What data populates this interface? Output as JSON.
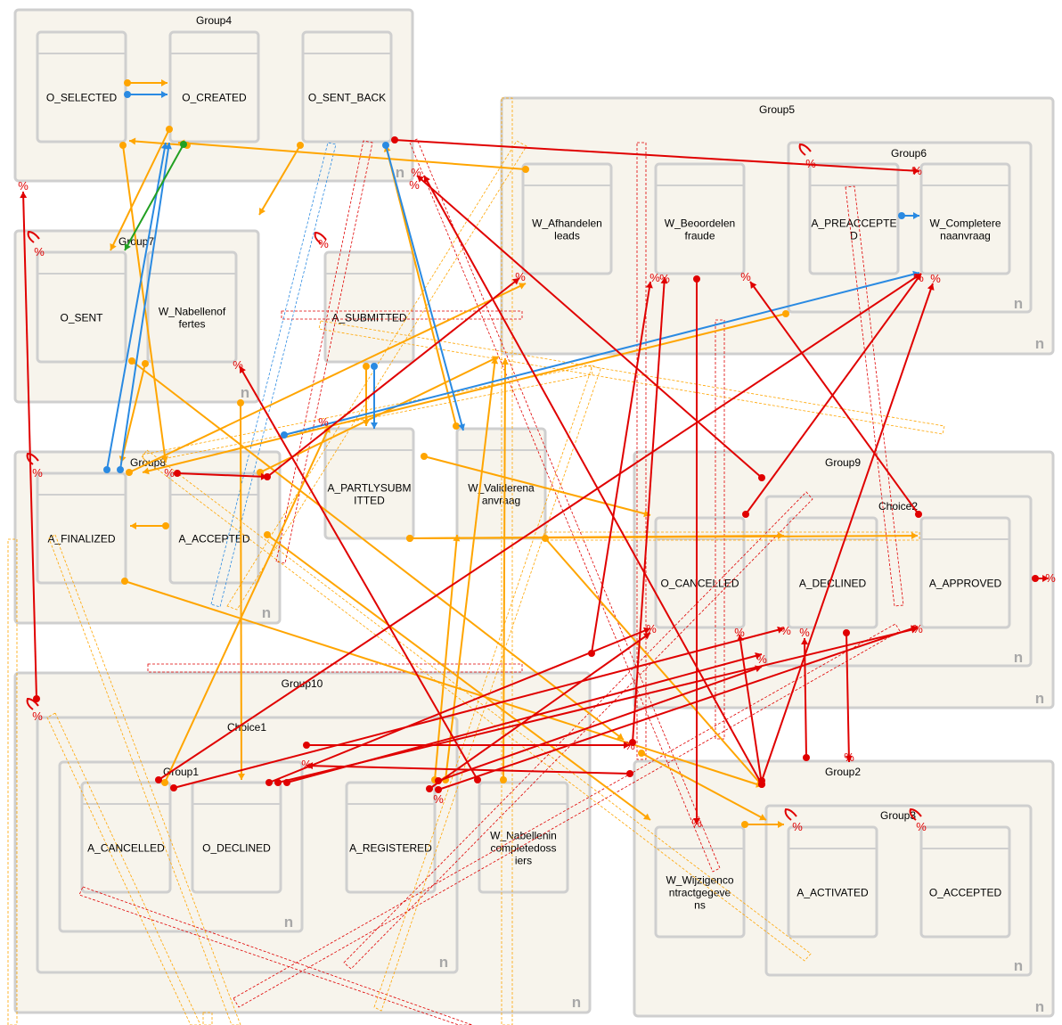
{
  "groups": {
    "group4": "Group4",
    "group5": "Group5",
    "group6": "Group6",
    "group7": "Group7",
    "group8": "Group8",
    "group9": "Group9",
    "group10": "Group10",
    "group1": "Group1",
    "group2": "Group2",
    "group3": "Group3",
    "choice1": "Choice1",
    "choice2": "Choice2"
  },
  "activities": {
    "o_selected": [
      "O_SELECTED"
    ],
    "o_created": [
      "O_CREATED"
    ],
    "o_sent_back": [
      "O_SENT_BACK"
    ],
    "o_sent": [
      "O_SENT"
    ],
    "w_nabellenoffertes": [
      "W_Nabellenof",
      "fertes"
    ],
    "a_submitted": [
      "A_SUBMITTED"
    ],
    "w_afhandelenleads": [
      "W_Afhandelen",
      "leads"
    ],
    "w_beoordelenfraude": [
      "W_Beoordelen",
      "fraude"
    ],
    "a_preaccepted": [
      "A_PREACCEPTE",
      "D"
    ],
    "w_completereaanvraag": [
      "W_Completere",
      "naanvraag"
    ],
    "a_finalized": [
      "A_FINALIZED"
    ],
    "a_accepted": [
      "A_ACCEPTED"
    ],
    "a_partlysubmitted": [
      "A_PARTLYSUBM",
      "ITTED"
    ],
    "w_validerenaanvraag": [
      "W_Validerena",
      "anvraag"
    ],
    "o_cancelled": [
      "O_CANCELLED"
    ],
    "a_declined": [
      "A_DECLINED"
    ],
    "a_approved": [
      "A_APPROVED"
    ],
    "a_cancelled": [
      "A_CANCELLED"
    ],
    "o_declined": [
      "O_DECLINED"
    ],
    "a_registered": [
      "A_REGISTERED"
    ],
    "w_nabellenincompletedossiers": [
      "W_Nabellenin",
      "completedoss",
      "iers"
    ],
    "w_wijzigencontractgegevens": [
      "W_Wijzigenco",
      "ntractgegeve",
      "ns"
    ],
    "a_activated": [
      "A_ACTIVATED"
    ],
    "o_accepted": [
      "O_ACCEPTED"
    ]
  },
  "markers": {
    "n": "n",
    "percent": "%"
  },
  "colors": {
    "container_fill": "#f7f4ec",
    "container_border": "#cfcfcf",
    "orange": "#ffa500",
    "red": "#e00000",
    "blue": "#2a8ae2",
    "green": "#22a022",
    "n_marker": "#a8a8a8"
  }
}
